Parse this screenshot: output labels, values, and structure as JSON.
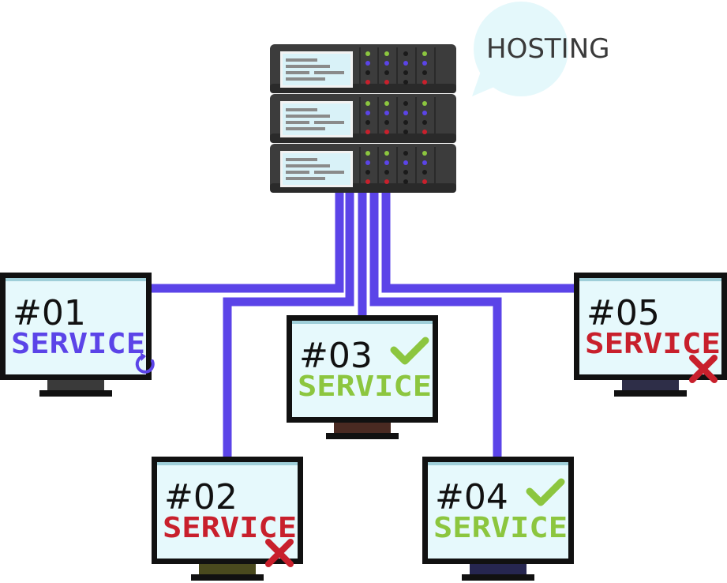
{
  "hosting_label": "HOSTING",
  "colors": {
    "cable": "#5b44e8",
    "rack": "#3c3c3c",
    "rack_dark": "#2a2a2a",
    "screen": "#e6f9fc",
    "bubble": "#e4f8fb",
    "ok": "#8cc63f",
    "fail": "#c8202c",
    "pending": "#5b44e8"
  },
  "monitors": [
    {
      "number": "#01",
      "service": "SERVICE",
      "status": "pending",
      "status_icon": "refresh-icon",
      "color": "#5b44e8",
      "stand_color": "#3a3a3a"
    },
    {
      "number": "#02",
      "service": "SERVICE",
      "status": "failed",
      "status_icon": "cross-icon",
      "color": "#c8202c",
      "stand_color": "#4a4a1e"
    },
    {
      "number": "#03",
      "service": "SERVICE",
      "status": "ok",
      "status_icon": "checkmark-icon",
      "color": "#8cc63f",
      "stand_color": "#4a2a22"
    },
    {
      "number": "#04",
      "service": "SERVICE",
      "status": "ok",
      "status_icon": "checkmark-icon",
      "color": "#8cc63f",
      "stand_color": "#262650"
    },
    {
      "number": "#05",
      "service": "SERVICE",
      "status": "failed",
      "status_icon": "cross-icon",
      "color": "#c8202c",
      "stand_color": "#2e2e48"
    }
  ]
}
